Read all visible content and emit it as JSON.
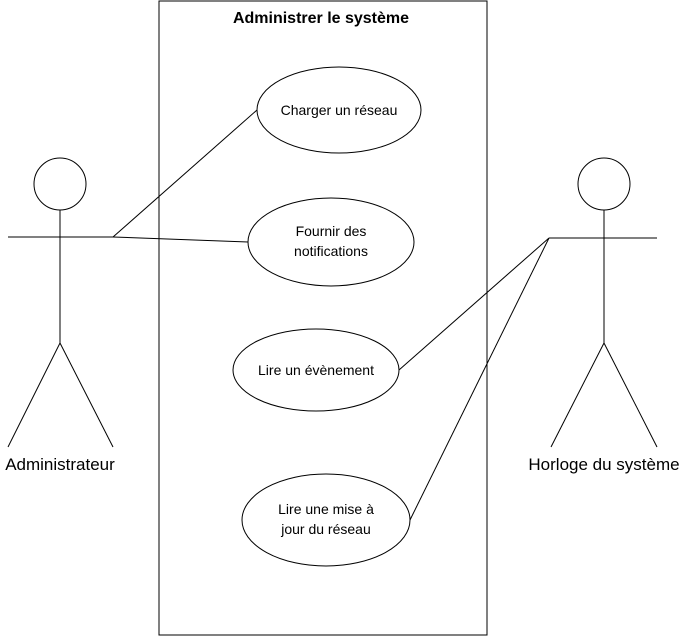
{
  "system": {
    "title": "Administrer le système"
  },
  "actors": {
    "admin": {
      "label": "Administrateur"
    },
    "clock": {
      "label": "Horloge du système"
    }
  },
  "use_cases": {
    "charger": {
      "line1": "Charger un réseau"
    },
    "fournir": {
      "line1": "Fournir des",
      "line2": "notifications"
    },
    "lire_evenement": {
      "line1": "Lire un évènement"
    },
    "lire_maj": {
      "line1": "Lire une mise à",
      "line2": "jour du réseau"
    }
  },
  "colors": {
    "stroke": "#000000",
    "background": "#ffffff"
  }
}
